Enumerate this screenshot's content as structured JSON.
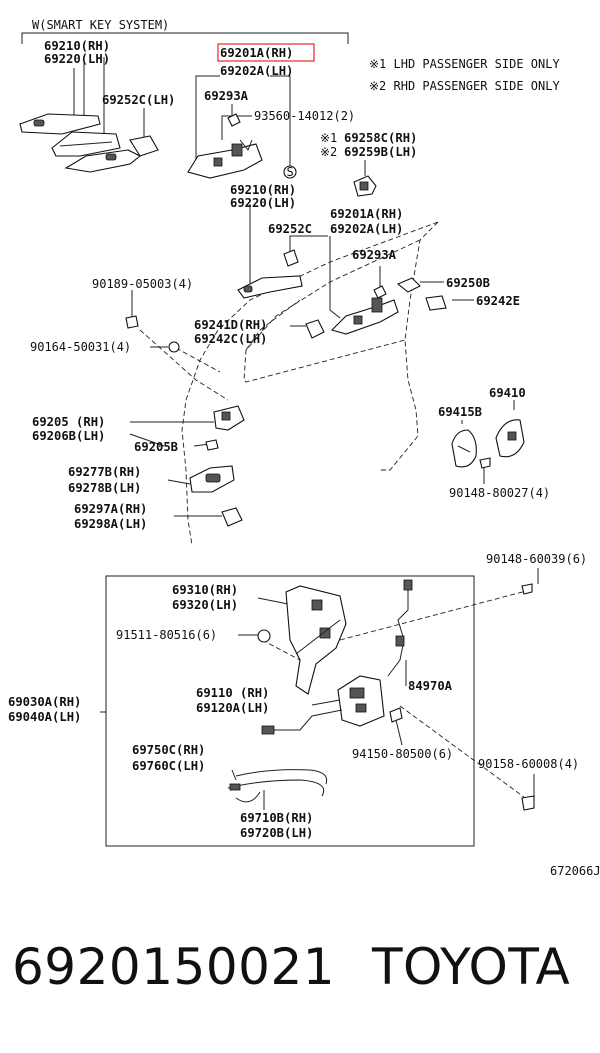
{
  "header": {
    "system": "W(SMART KEY SYSTEM)",
    "note1": "※1 LHD PASSENGER SIDE ONLY",
    "note2": "※2 RHD PASSENGER SIDE ONLY"
  },
  "callouts": {
    "p69210_top": "69210(RH)",
    "p69220_top": "69220(LH)",
    "p69201A": "69201A(RH)",
    "p69202A": "69202A(LH)",
    "p69252C_top": "69252C(LH)",
    "p69293A_top": "69293A",
    "p93560": "93560-14012(2)",
    "p69258C": "69258C(RH)",
    "p69259B": "69259B(LH)",
    "mark1": "※1",
    "mark2": "※2",
    "p69210_mid": "69210(RH)",
    "p69220_mid": "69220(LH)",
    "p69201A_mid": "69201A(RH)",
    "p69252C_mid": "69252C",
    "p69202A_mid": "69202A(LH)",
    "p69293A_mid": "69293A",
    "p90189": "90189-05003(4)",
    "p69250B": "69250B",
    "p69242E": "69242E",
    "p69241D": "69241D(RH)",
    "p69242C": "69242C(LH)",
    "p90164": "90164-50031(4)",
    "p69410": "69410",
    "p69415B": "69415B",
    "p69205": "69205 (RH)",
    "p69206B": "69206B(LH)",
    "p69205B": "69205B",
    "p90148_27": "90148-80027(4)",
    "p69277B": "69277B(RH)",
    "p69278B": "69278B(LH)",
    "p69297A": "69297A(RH)",
    "p69298A": "69298A(LH)",
    "p90148_39": "90148-60039(6)",
    "p69310": "69310(RH)",
    "p69320": "69320(LH)",
    "p91511": "91511-80516(6)",
    "p84970A": "84970A",
    "p69030A": "69030A(RH)",
    "p69040A": "69040A(LH)",
    "p69110": "69110 (RH)",
    "p69120A": "69120A(LH)",
    "p94150": "94150-80500(6)",
    "p90158": "90158-60008(4)",
    "p69750C": "69750C(RH)",
    "p69760C": "69760C(LH)",
    "p69710B": "69710B(RH)",
    "p69720B": "69720B(LH)",
    "screw_mark": "S",
    "code": "672066J"
  },
  "footer": {
    "part_number": "6920150021",
    "brand": "TOYOTA"
  },
  "colors": {
    "highlight": "#e8262c",
    "ink": "#111111"
  }
}
